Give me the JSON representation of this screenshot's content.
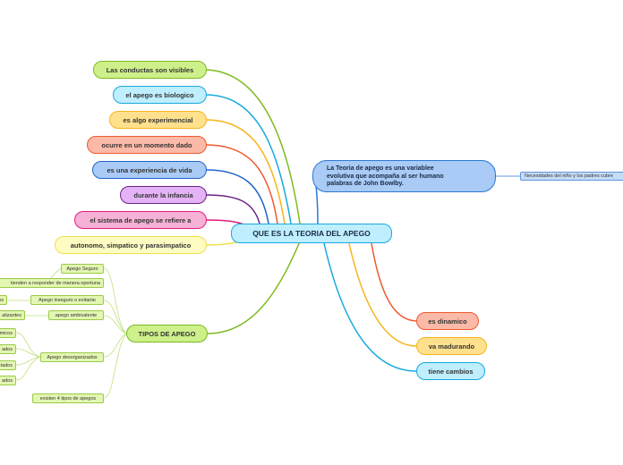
{
  "central": {
    "label": "QUE ES LA TEORIA DEL APEGO"
  },
  "left_topics": [
    {
      "label": "Las conductas son visibles",
      "fill": "#cdf08a",
      "stroke": "#7cbb1e"
    },
    {
      "label": "el apego es biologico",
      "fill": "#bfeeff",
      "stroke": "#17a9dd"
    },
    {
      "label": "es algo experimencial",
      "fill": "#ffe08c",
      "stroke": "#f7b51c"
    },
    {
      "label": "ocurre en un momento dado",
      "fill": "#fbb9a7",
      "stroke": "#ee5a30"
    },
    {
      "label": "es una experiencia de vida",
      "fill": "#a9cbf6",
      "stroke": "#2165c9"
    },
    {
      "label": "durante la infancia",
      "fill": "#e3b3f6",
      "stroke": "#6a2285"
    },
    {
      "label": "el sistema de apego se refiere a",
      "fill": "#f6b1d6",
      "stroke": "#e21a7d"
    },
    {
      "label": "autonomo, simpatico y parasimpatico",
      "fill": "#fffcc3",
      "stroke": "#efe04a"
    }
  ],
  "theory_node": {
    "lines": [
      "La Teoria de apego es una variablee",
      "evolutiva que acompaña al ser humano",
      "palabras de John Bowlby."
    ],
    "fill": "#a9cbf6",
    "stroke": "#2a78d6"
  },
  "theory_child": {
    "label": "Necesidades del niño y los padres cubre"
  },
  "right_topics": [
    {
      "label": "es dinamico",
      "fill": "#fbb9a7",
      "stroke": "#ee5a30"
    },
    {
      "label": "va madurando",
      "fill": "#ffe08c",
      "stroke": "#f7b51c"
    },
    {
      "label": "tiene cambios",
      "fill": "#bfeeff",
      "stroke": "#17a9dd"
    }
  ],
  "types_node": {
    "label": "TIPOS DE APEGO",
    "fill": "#cdf08a",
    "stroke": "#7cbb1e"
  },
  "type_items": [
    {
      "label": "Apego Seguro"
    },
    {
      "label": "tienden a responder de manera oportuna"
    },
    {
      "label": "Apego inseguro o evitante"
    },
    {
      "label": "es"
    },
    {
      "label": "apego ambivalente"
    },
    {
      "label": "alizantes"
    },
    {
      "label": "Apego desorganizados"
    },
    {
      "label": "micos"
    },
    {
      "label": "ados"
    },
    {
      "label": "tados"
    },
    {
      "label": "ados"
    },
    {
      "label": "existen 4 tipos de apegos"
    }
  ]
}
